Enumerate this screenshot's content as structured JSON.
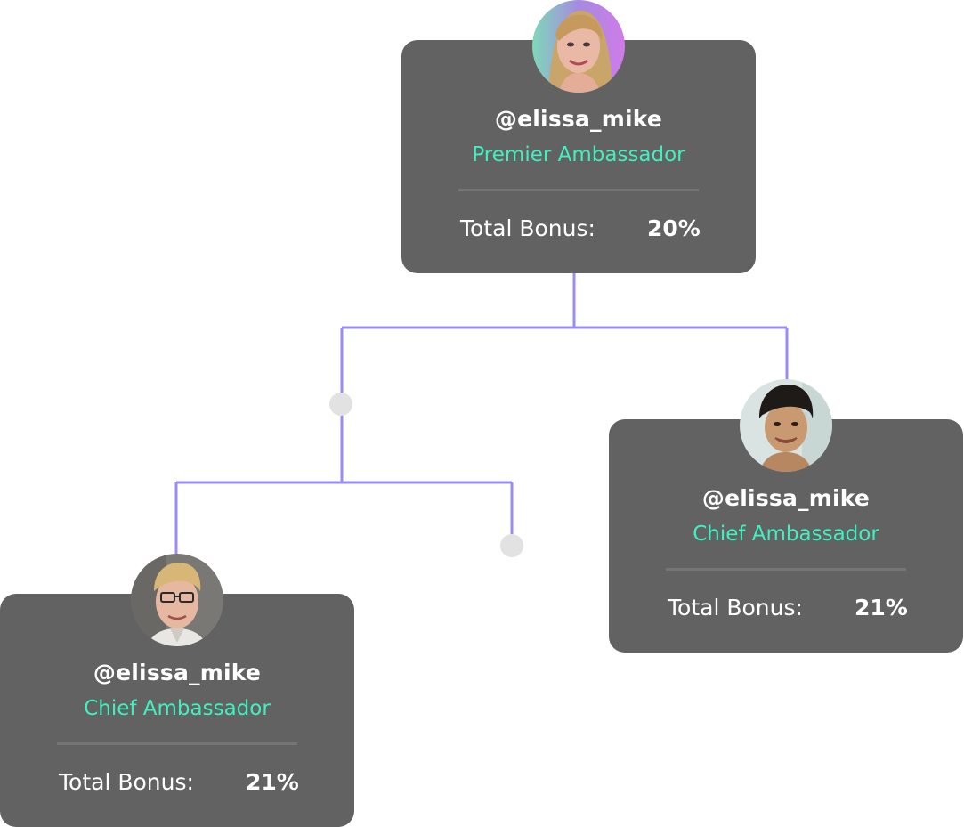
{
  "colors": {
    "card_bg": "#626262",
    "role_text": "#3ff0c0",
    "connector": "#9a8cf5",
    "empty_node": "#e2e2e2"
  },
  "members": {
    "top": {
      "username": "@elissa_mike",
      "role": "Premier Ambassador",
      "bonus_label": "Total Bonus:",
      "bonus_value": "20%"
    },
    "right": {
      "username": "@elissa_mike",
      "role": "Chief Ambassador",
      "bonus_label": "Total Bonus:",
      "bonus_value": "21%"
    },
    "left": {
      "username": "@elissa_mike",
      "role": "Chief Ambassador",
      "bonus_label": "Total Bonus:",
      "bonus_value": "21%"
    }
  }
}
